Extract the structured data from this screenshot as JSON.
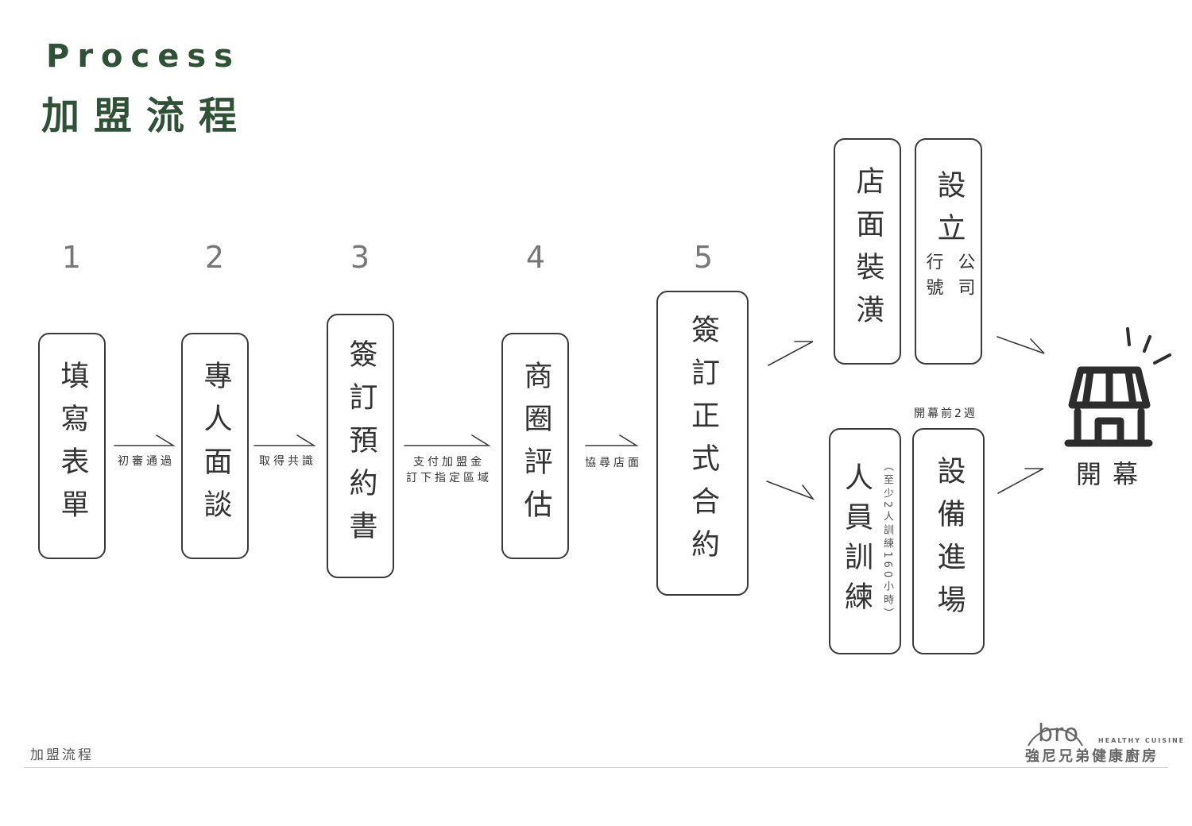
{
  "header": {
    "title_en": "Process",
    "title_zh": "加盟流程"
  },
  "steps": [
    {
      "number": "1",
      "text": "填寫表單"
    },
    {
      "number": "2",
      "text": "專人面談"
    },
    {
      "number": "3",
      "text": "簽訂預約書"
    },
    {
      "number": "4",
      "text": "商圈評估"
    },
    {
      "number": "5",
      "text": "簽訂正式合約"
    }
  ],
  "transitions": [
    {
      "line1": "初審通過"
    },
    {
      "line1": "取得共識"
    },
    {
      "line1": "支付加盟金",
      "line2": "訂下指定區域"
    },
    {
      "line1": "協尋店面"
    }
  ],
  "branch_top": {
    "renovation": "店面裝潢",
    "company_main": "設立",
    "company_col1": "公司",
    "company_col2": "行號"
  },
  "branch_bottom": {
    "training": "人員訓練",
    "training_note": "（至少2人訓練160小時）",
    "equipment_note": "開幕前2週",
    "equipment": "設備進場"
  },
  "final": {
    "label": "開幕",
    "icon": "storefront-icon"
  },
  "footer": {
    "section_label": "加盟流程",
    "brand_logo": "bro",
    "brand_tagline": "HEALTHY CUISINE",
    "brand_name": "強尼兄弟健康廚房"
  },
  "colors": {
    "title_green": "#2f5236",
    "stroke": "#3a3a3a",
    "number_gray": "#777777"
  }
}
